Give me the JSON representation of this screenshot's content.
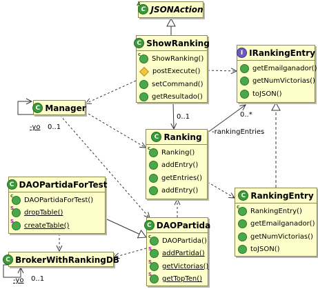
{
  "classes": {
    "json_action": {
      "name": "JSONAction",
      "icon": "abstract-class-icon"
    },
    "show_ranking": {
      "name": "ShowRanking",
      "icon": "class-icon",
      "members": [
        "ShowRanking()",
        "postExecute()",
        "setCommand()",
        "getResultado()"
      ]
    },
    "iranking_entry": {
      "name": "IRankingEntry",
      "icon": "interface-icon",
      "members": [
        "getEmailganador()",
        "getNumVictorias()",
        "toJSON()"
      ]
    },
    "manager": {
      "name": "Manager",
      "icon": "class-icon"
    },
    "ranking": {
      "name": "Ranking",
      "icon": "class-icon",
      "members": [
        "Ranking()",
        "addEntry()",
        "getEntries()",
        "addEntry()"
      ]
    },
    "dao_partida_for_test": {
      "name": "DAOPartidaForTest",
      "icon": "class-icon",
      "members": [
        "DAOPartidaForTest()",
        "dropTable()",
        "createTable()"
      ]
    },
    "ranking_entry": {
      "name": "RankingEntry",
      "icon": "class-icon",
      "members": [
        "RankingEntry()",
        "getEmailganador()",
        "getNumVictorias()",
        "toJSON()"
      ]
    },
    "dao_partida": {
      "name": "DAOPartida",
      "icon": "class-icon",
      "members": [
        "DAOPartida()",
        "addPartida()",
        "getVictorias()",
        "getTopTen()"
      ]
    },
    "broker": {
      "name": "BrokerWithRankingDB",
      "icon": "class-icon"
    }
  },
  "labels": {
    "manager_yo": "-yo",
    "manager_mult": "0..1",
    "show_ranking_mult": "0..1",
    "ranking_entries_role": "-rankingEntries",
    "ranking_entries_mult": "0..*",
    "broker_yo": "-yo",
    "broker_mult": "0..1"
  },
  "colors": {
    "class_fill": "#fefecb",
    "class_border": "#8a8a4a",
    "class_icon": "#3a9a3a",
    "interface_icon": "#6a5bbd"
  }
}
